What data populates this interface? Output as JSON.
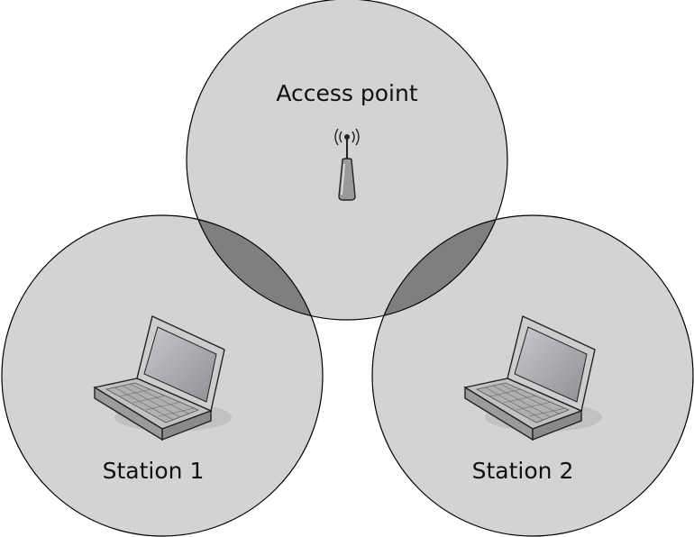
{
  "diagram": {
    "nodes": [
      {
        "id": "access-point",
        "label": "Access point",
        "icon": "wireless-router-icon"
      },
      {
        "id": "station-1",
        "label": "Station 1",
        "icon": "laptop-icon"
      },
      {
        "id": "station-2",
        "label": "Station 2",
        "icon": "laptop-icon"
      }
    ],
    "colors": {
      "coverage_fill": "#d3d3d3",
      "overlap_fill": "#7f7f7f",
      "outline": "#000000",
      "label_text": "#111111",
      "laptop_body": "#c4c4c4",
      "laptop_screen": "#a9a9ae"
    }
  }
}
